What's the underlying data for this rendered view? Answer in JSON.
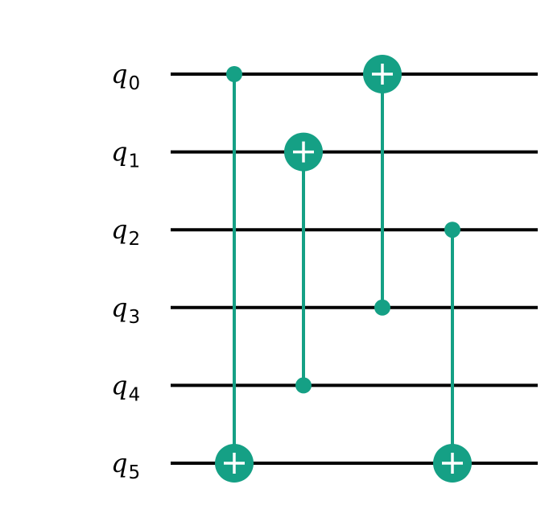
{
  "diagram": {
    "type": "quantum-circuit",
    "colors": {
      "wire": "#000000",
      "gate": "#15a085",
      "target_symbol": "#ffffff",
      "background": "#ffffff"
    },
    "qubits": [
      {
        "symbol": "q",
        "index": "0"
      },
      {
        "symbol": "q",
        "index": "1"
      },
      {
        "symbol": "q",
        "index": "2"
      },
      {
        "symbol": "q",
        "index": "3"
      },
      {
        "symbol": "q",
        "index": "4"
      },
      {
        "symbol": "q",
        "index": "5"
      }
    ],
    "gates": [
      {
        "type": "CNOT",
        "column": 0,
        "control": 0,
        "target": 5
      },
      {
        "type": "CNOT",
        "column": 1,
        "control": 4,
        "target": 1
      },
      {
        "type": "CNOT",
        "column": 2,
        "control": 3,
        "target": 0
      },
      {
        "type": "CNOT",
        "column": 3,
        "control": 2,
        "target": 5
      }
    ]
  }
}
